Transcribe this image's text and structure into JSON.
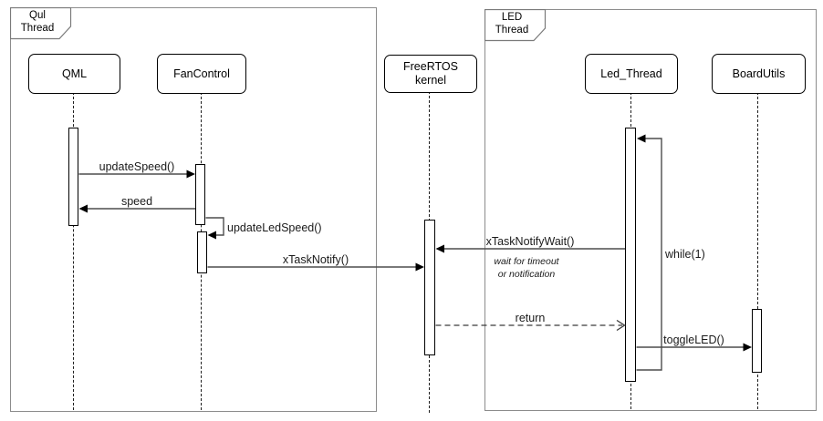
{
  "frames": [
    {
      "label": "Qul\nThread"
    },
    {
      "label": "LED\nThread"
    }
  ],
  "lifelines": [
    {
      "name": "QML"
    },
    {
      "name": "FanControl"
    },
    {
      "name": "FreeRTOS\nkernel"
    },
    {
      "name": "Led_Thread"
    },
    {
      "name": "BoardUtils"
    }
  ],
  "messages": [
    {
      "label": "updateSpeed()",
      "from": "QML",
      "to": "FanControl",
      "type": "sync"
    },
    {
      "label": "speed",
      "from": "FanControl",
      "to": "QML",
      "type": "sync"
    },
    {
      "label": "updateLedSpeed()",
      "from": "FanControl",
      "to": "FanControl",
      "type": "self"
    },
    {
      "label": "xTaskNotify()",
      "from": "FanControl",
      "to": "FreeRTOS kernel",
      "type": "sync"
    },
    {
      "label": "xTaskNotifyWait()",
      "from": "Led_Thread",
      "to": "FreeRTOS kernel",
      "type": "sync",
      "note": "wait for timeout\nor notification"
    },
    {
      "label": "return",
      "from": "FreeRTOS kernel",
      "to": "Led_Thread",
      "type": "return"
    },
    {
      "label": "toggleLED()",
      "from": "Led_Thread",
      "to": "BoardUtils",
      "type": "sync"
    },
    {
      "label": "while(1)",
      "from": "Led_Thread",
      "to": "Led_Thread",
      "type": "loop"
    }
  ],
  "colors": {
    "background": "#ffffff",
    "frame_border": "#8c8c8c",
    "shape_border": "#000000",
    "message_line": "#4d4d4d",
    "text": "#000000"
  }
}
